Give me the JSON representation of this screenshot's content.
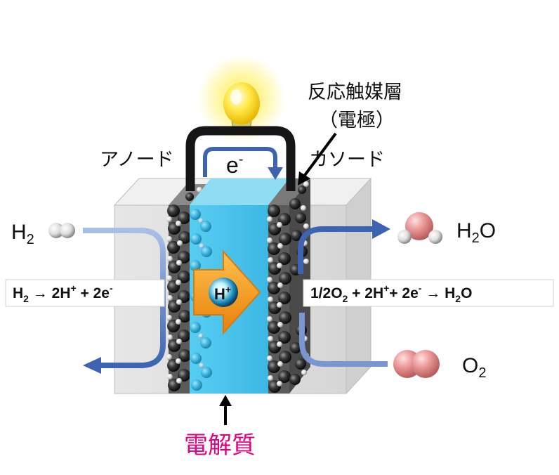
{
  "labels": {
    "anode": "アノード",
    "cathode": "カソード",
    "catalyst_layer": "反応触媒層",
    "electrode": "（電極）",
    "electrolyte": "電解質",
    "electron": "e",
    "electron_sup": "-",
    "proton": "H",
    "proton_sup": "+"
  },
  "molecules": {
    "h2": {
      "main": "H",
      "sub": "2"
    },
    "h2o": {
      "a": "H",
      "sub": "2",
      "b": "O"
    },
    "o2": {
      "main": "O",
      "sub": "2"
    }
  },
  "equations": {
    "anode": {
      "p1": "H",
      "p1_sub": "2",
      "p2": " → 2H",
      "p2_sup": "+",
      "p3": " + 2e",
      "p3_sup": "-"
    },
    "cathode": {
      "p1": "1/2O",
      "p1_sub": "2",
      "p2": " + 2H",
      "p2_sup": "+",
      "p3": "+ 2e",
      "p3_sup": "-",
      "p4": " → H",
      "p4_sub": "2",
      "p5": "O"
    }
  },
  "colors": {
    "electrolyte": "#44c6ef",
    "arrow_blue": "#3d64b0",
    "proton_arrow": "#f39a1c",
    "electrolyte_label": "#e4007f",
    "oxygen_atom": "#e88a8a"
  },
  "icons": [
    "light-bulb-icon",
    "proton-arrow-icon",
    "h2-molecule-icon",
    "h2o-molecule-icon",
    "o2-molecule-icon"
  ]
}
